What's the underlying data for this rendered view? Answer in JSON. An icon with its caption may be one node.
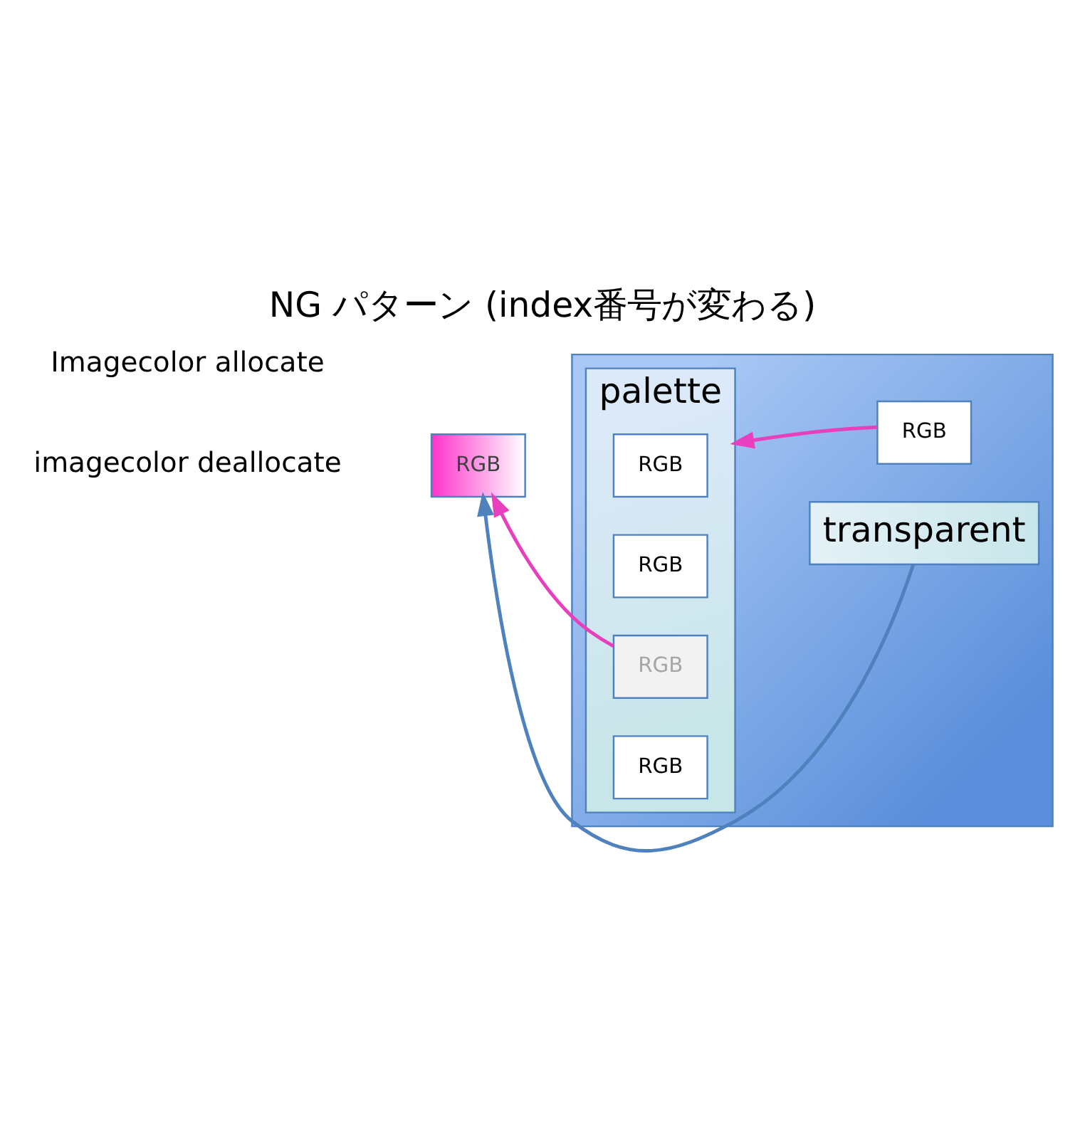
{
  "diagram": {
    "title": "NG パターン (index番号が変わる)",
    "nodes": [
      {
        "text": [],
        "shape": "box"
      },
      {
        "text": [
          "palette"
        ],
        "in": 0
      },
      {
        "text": [
          "RGB"
        ],
        "in": 1
      },
      {
        "text": [
          "RGB"
        ],
        "in": 1
      },
      {
        "text": [
          "RGB"
        ],
        "in": 1
      },
      {
        "text": [
          "RGB"
        ],
        "in": 1
      },
      {
        "text": [
          "transparent"
        ],
        "in": 0
      },
      {
        "text": [
          "RGB"
        ]
      },
      {
        "text": [
          "RGB"
        ],
        "in": 0
      }
    ],
    "edges": [
      {
        "from": 6,
        "to": 7,
        "arrow": "to",
        "color": "#4f81bd"
      },
      {
        "from": 4,
        "to": 7,
        "arrow": "to"
      },
      {
        "from": 8,
        "to": 1,
        "arrow": "to"
      }
    ],
    "labels": [
      "imagecolor deallocate",
      "Imagecolor allocate"
    ]
  }
}
